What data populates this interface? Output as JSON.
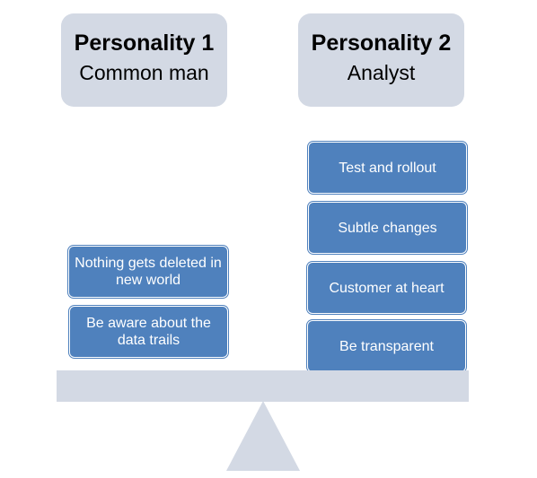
{
  "personality1": {
    "title": "Personality 1",
    "subtitle": "Common man"
  },
  "personality2": {
    "title": "Personality 2",
    "subtitle": "Analyst"
  },
  "left_items": [
    "Nothing gets deleted in new world",
    "Be aware about the data trails"
  ],
  "right_items": [
    "Test and rollout",
    "Subtle changes",
    "Customer at heart",
    "Be transparent"
  ],
  "colors": {
    "header_fill": "#d3d9e4",
    "item_fill": "#4f81bd",
    "item_text": "#ffffff",
    "scale_fill": "#d3d9e4"
  }
}
